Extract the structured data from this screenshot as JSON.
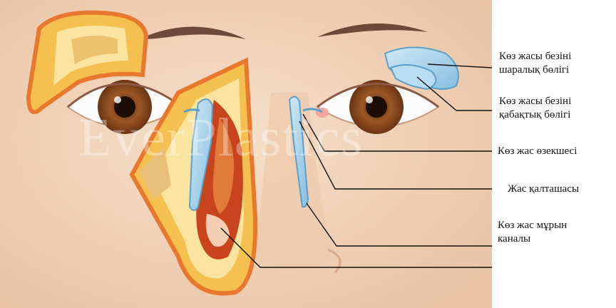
{
  "watermark": "EverPlastics",
  "labels": {
    "orbital_part": [
      "Көз жасы безіні",
      "шаралық бөлігі"
    ],
    "palpebral_part": [
      "Көз жасы безіні",
      "қабақтық бөлігі"
    ],
    "canaliculus": "Көз жас өзекшесі",
    "sac": "Жас қалташасы",
    "nasolacrimal_duct": [
      "Көз жас мұрын",
      "каналы"
    ]
  },
  "colors": {
    "skin": "#f3d8bf",
    "skin_shade": "#e8bfa0",
    "iris": "#8a4a1e",
    "gland": "#a9d3ea",
    "bone": "#f4c150",
    "cavity": "#c9441c",
    "outline": "#e8782d"
  }
}
